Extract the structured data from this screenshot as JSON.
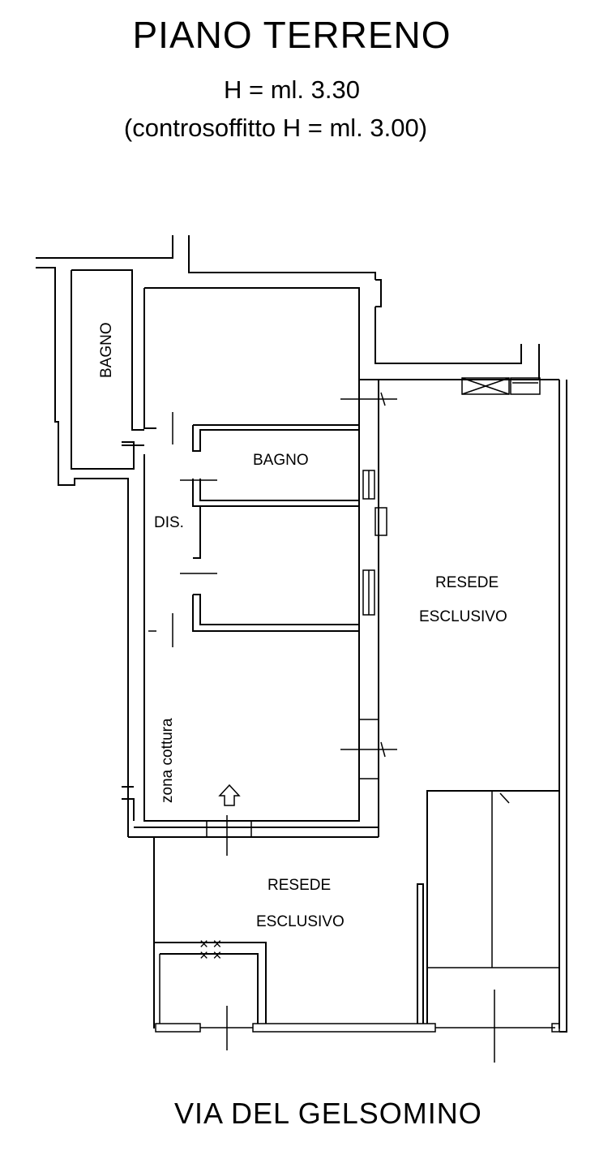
{
  "header": {
    "title": "PIANO TERRENO",
    "height": "H = ml. 3.30",
    "ceiling": "(controsoffitto H = ml. 3.00)"
  },
  "rooms": {
    "bagno_left": "BAGNO",
    "bagno_center": "BAGNO",
    "dis": "DIS.",
    "resede_right_1": "RESEDE",
    "resede_right_2": "ESCLUSIVO",
    "zona_cottura": "zona cottura",
    "resede_bottom_1": "RESEDE",
    "resede_bottom_2": "ESCLUSIVO"
  },
  "street": "VIA DEL GELSOMINO"
}
